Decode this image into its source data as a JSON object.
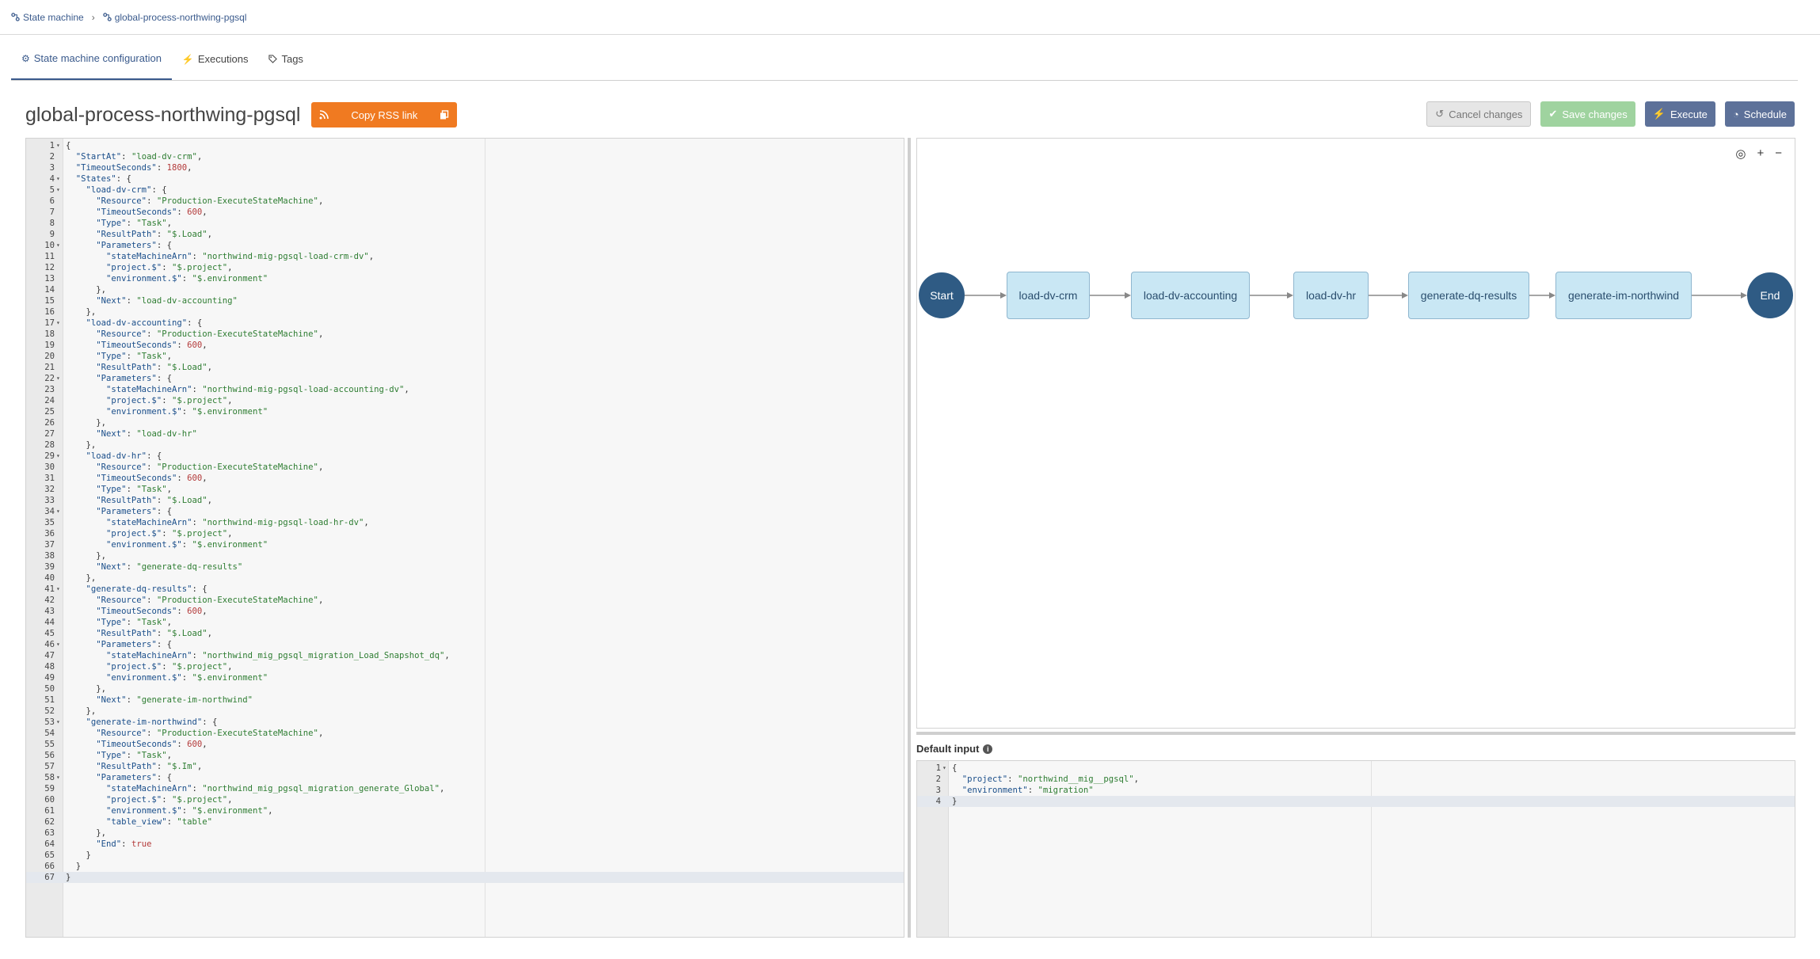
{
  "breadcrumb": {
    "root": "State machine",
    "current": "global-process-northwing-pgsql"
  },
  "tabs": [
    "State machine configuration",
    "Executions",
    "Tags"
  ],
  "title": "global-process-northwing-pgsql",
  "rss_button": "Copy RSS link",
  "actions": {
    "cancel": "Cancel changes",
    "save": "Save changes",
    "execute": "Execute",
    "schedule": "Schedule"
  },
  "definition_lines": [
    "{",
    "  \"StartAt\": \"load-dv-crm\",",
    "  \"TimeoutSeconds\": 1800,",
    "  \"States\": {",
    "    \"load-dv-crm\": {",
    "      \"Resource\": \"Production-ExecuteStateMachine\",",
    "      \"TimeoutSeconds\": 600,",
    "      \"Type\": \"Task\",",
    "      \"ResultPath\": \"$.Load\",",
    "      \"Parameters\": {",
    "        \"stateMachineArn\": \"northwind-mig-pgsql-load-crm-dv\",",
    "        \"project.$\": \"$.project\",",
    "        \"environment.$\": \"$.environment\"",
    "      },",
    "      \"Next\": \"load-dv-accounting\"",
    "    },",
    "    \"load-dv-accounting\": {",
    "      \"Resource\": \"Production-ExecuteStateMachine\",",
    "      \"TimeoutSeconds\": 600,",
    "      \"Type\": \"Task\",",
    "      \"ResultPath\": \"$.Load\",",
    "      \"Parameters\": {",
    "        \"stateMachineArn\": \"northwind-mig-pgsql-load-accounting-dv\",",
    "        \"project.$\": \"$.project\",",
    "        \"environment.$\": \"$.environment\"",
    "      },",
    "      \"Next\": \"load-dv-hr\"",
    "    },",
    "    \"load-dv-hr\": {",
    "      \"Resource\": \"Production-ExecuteStateMachine\",",
    "      \"TimeoutSeconds\": 600,",
    "      \"Type\": \"Task\",",
    "      \"ResultPath\": \"$.Load\",",
    "      \"Parameters\": {",
    "        \"stateMachineArn\": \"northwind-mig-pgsql-load-hr-dv\",",
    "        \"project.$\": \"$.project\",",
    "        \"environment.$\": \"$.environment\"",
    "      },",
    "      \"Next\": \"generate-dq-results\"",
    "    },",
    "    \"generate-dq-results\": {",
    "      \"Resource\": \"Production-ExecuteStateMachine\",",
    "      \"TimeoutSeconds\": 600,",
    "      \"Type\": \"Task\",",
    "      \"ResultPath\": \"$.Load\",",
    "      \"Parameters\": {",
    "        \"stateMachineArn\": \"northwind_mig_pgsql_migration_Load_Snapshot_dq\",",
    "        \"project.$\": \"$.project\",",
    "        \"environment.$\": \"$.environment\"",
    "      },",
    "      \"Next\": \"generate-im-northwind\"",
    "    },",
    "    \"generate-im-northwind\": {",
    "      \"Resource\": \"Production-ExecuteStateMachine\",",
    "      \"TimeoutSeconds\": 600,",
    "      \"Type\": \"Task\",",
    "      \"ResultPath\": \"$.Im\",",
    "      \"Parameters\": {",
    "        \"stateMachineArn\": \"northwind_mig_pgsql_migration_generate_Global\",",
    "        \"project.$\": \"$.project\",",
    "        \"environment.$\": \"$.environment\",",
    "        \"table_view\": \"table\"",
    "      },",
    "      \"End\": true",
    "    }",
    "  }",
    "}"
  ],
  "fold_lines": [
    1,
    4,
    5,
    10,
    17,
    22,
    29,
    34,
    41,
    46,
    53,
    58
  ],
  "active_line": 67,
  "diagram": {
    "start": "Start",
    "end": "End",
    "nodes": [
      "load-dv-crm",
      "load-dv-accounting",
      "load-dv-hr",
      "generate-dq-results",
      "generate-im-northwind"
    ]
  },
  "default_input_label": "Default input",
  "default_input_lines": [
    "{",
    "  \"project\": \"northwind__mig__pgsql\",",
    "  \"environment\": \"migration\"",
    "}"
  ],
  "default_input_active_line": 4,
  "colors": {
    "accent": "#3a5a8c",
    "rss": "#f07a21",
    "save": "#9fd39f",
    "node": "#c9e7f4",
    "circle": "#2f5b84"
  }
}
